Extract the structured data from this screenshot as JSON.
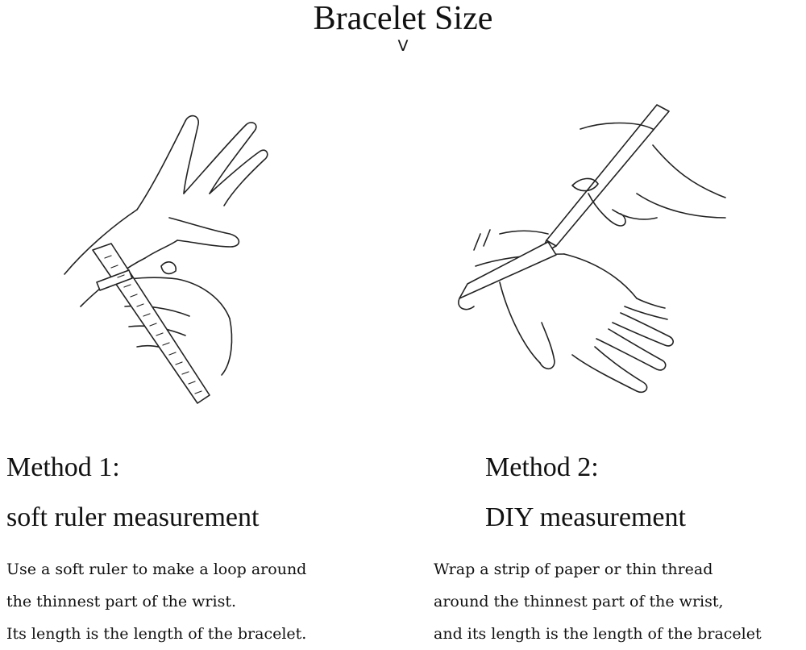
{
  "header": {
    "title": "Bracelet Size",
    "subtitle": "V"
  },
  "methods": [
    {
      "heading": "Method 1:",
      "subheading": "soft ruler measurement",
      "lines": [
        "Use a soft ruler to make a loop around",
        "the thinnest part of the wrist.",
        "Its length is the length of the bracelet."
      ]
    },
    {
      "heading": "Method 2:",
      "subheading": "DIY measurement",
      "lines": [
        "Wrap a strip of paper or thin thread",
        "around the thinnest part of the wrist,",
        "and its length is the length of the bracelet"
      ]
    }
  ],
  "illustrations": [
    {
      "icon": "hand-with-soft-ruler-icon"
    },
    {
      "icon": "hand-with-paper-strip-and-pen-icon"
    }
  ]
}
